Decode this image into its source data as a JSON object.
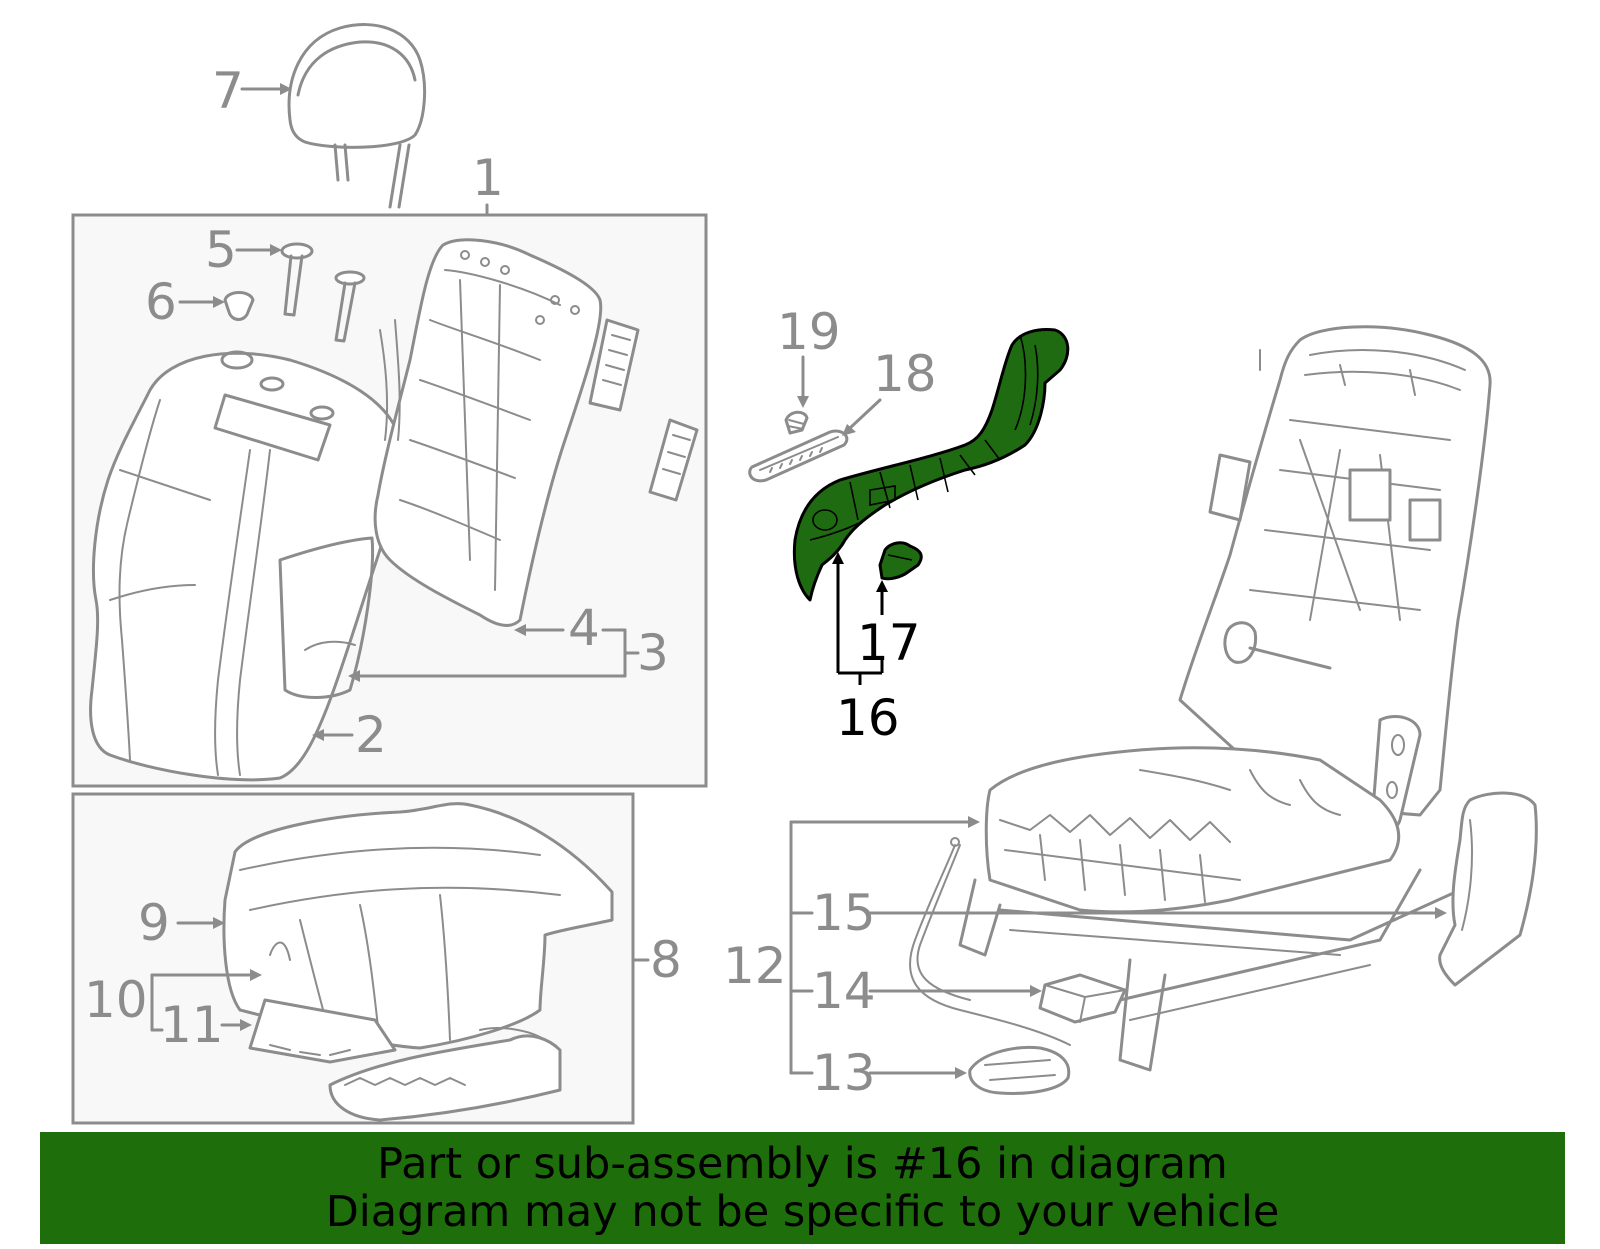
{
  "diagram": {
    "callouts": {
      "c1": "1",
      "c2": "2",
      "c3": "3",
      "c4": "4",
      "c5": "5",
      "c6": "6",
      "c7": "7",
      "c8": "8",
      "c9": "9",
      "c10": "10",
      "c11": "11",
      "c12": "12",
      "c13": "13",
      "c14": "14",
      "c15": "15",
      "c16": "16",
      "c17": "17",
      "c18": "18",
      "c19": "19"
    },
    "highlighted_part": "16",
    "highlight_color": "#1f6b12"
  },
  "banner": {
    "line1": "Part or sub-assembly is #16 in diagram",
    "line2": "Diagram may not be specific to your vehicle",
    "background": "#1e6e0c"
  }
}
